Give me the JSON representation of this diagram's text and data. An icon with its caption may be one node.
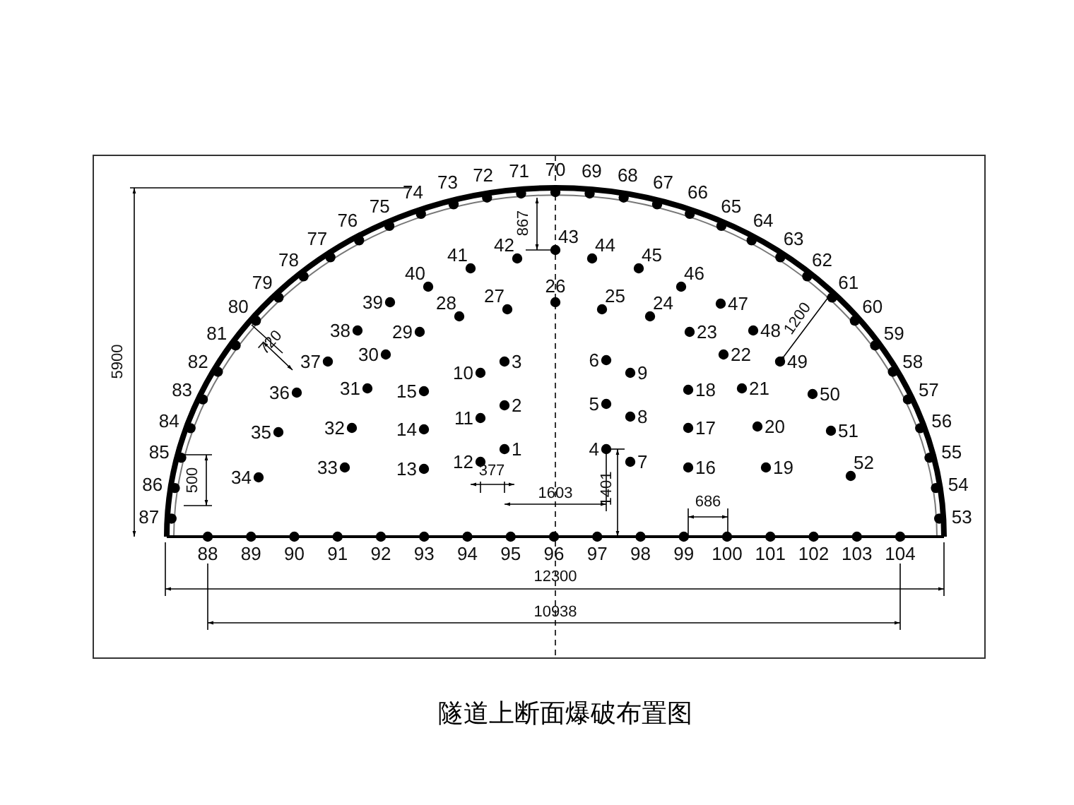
{
  "diagram": {
    "caption": "隧道上断面爆破布置图",
    "labels": [
      "1",
      "2",
      "3",
      "4",
      "5",
      "6",
      "7",
      "8",
      "10",
      "9",
      "11",
      "12",
      "13",
      "14",
      "15",
      "16",
      "17",
      "18",
      "19",
      "20",
      "21",
      "22",
      "23",
      "24",
      "25",
      "26",
      "27",
      "28",
      "29",
      "30",
      "31",
      "32",
      "33",
      "34",
      "35",
      "36",
      "37",
      "38",
      "39",
      "40",
      "41",
      "42",
      "43",
      "44",
      "45",
      "46",
      "47",
      "48",
      "49",
      "50",
      "51",
      "52",
      "87",
      "86",
      "85",
      "84",
      "83",
      "82",
      "81",
      "80",
      "79",
      "78",
      "77",
      "76",
      "75",
      "74",
      "73",
      "72",
      "71",
      "70",
      "69",
      "68",
      "67",
      "66",
      "65",
      "64",
      "63",
      "62",
      "61",
      "60",
      "59",
      "58",
      "57",
      "56",
      "55",
      "54",
      "53",
      "88",
      "89",
      "90",
      "91",
      "92",
      "93",
      "94",
      "95",
      "96",
      "97",
      "98",
      "99",
      "100",
      "101",
      "102",
      "103",
      "104",
      "5900",
      "867",
      "720",
      "1200",
      "500",
      "377",
      "1603",
      "1401",
      "686",
      "12300",
      "10938"
    ]
  }
}
